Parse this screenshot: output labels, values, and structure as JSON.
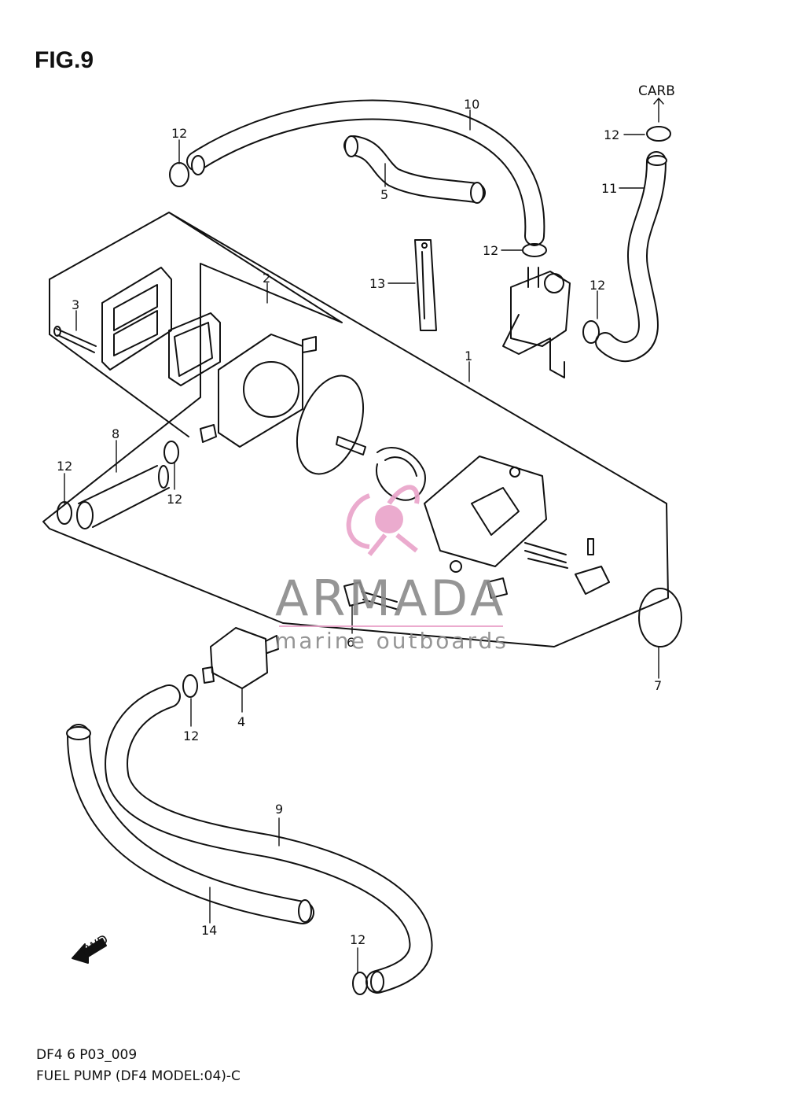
{
  "figure": {
    "title": "FIG.9",
    "code": "DF4 6 P03_009",
    "caption": "FUEL PUMP (DF4 MODEL:04)-C"
  },
  "labels": {
    "carb": "CARB",
    "fwd": "FWD"
  },
  "callouts": [
    {
      "id": "c10",
      "text": "10"
    },
    {
      "id": "c12a",
      "text": "12"
    },
    {
      "id": "c12b",
      "text": "12"
    },
    {
      "id": "c5",
      "text": "5"
    },
    {
      "id": "c11",
      "text": "11"
    },
    {
      "id": "c12c",
      "text": "12"
    },
    {
      "id": "c13",
      "text": "13"
    },
    {
      "id": "c12d",
      "text": "12"
    },
    {
      "id": "c2",
      "text": "2"
    },
    {
      "id": "c3",
      "text": "3"
    },
    {
      "id": "c1",
      "text": "1"
    },
    {
      "id": "c8",
      "text": "8"
    },
    {
      "id": "c12e",
      "text": "12"
    },
    {
      "id": "c12f",
      "text": "12"
    },
    {
      "id": "c6",
      "text": "6"
    },
    {
      "id": "c7",
      "text": "7"
    },
    {
      "id": "c4",
      "text": "4"
    },
    {
      "id": "c12g",
      "text": "12"
    },
    {
      "id": "c9",
      "text": "9"
    },
    {
      "id": "c14",
      "text": "14"
    },
    {
      "id": "c12h",
      "text": "12"
    }
  ],
  "watermark": {
    "brand": "ARMADA",
    "tagline": "marine outboards",
    "color": "#e9a3c9"
  }
}
